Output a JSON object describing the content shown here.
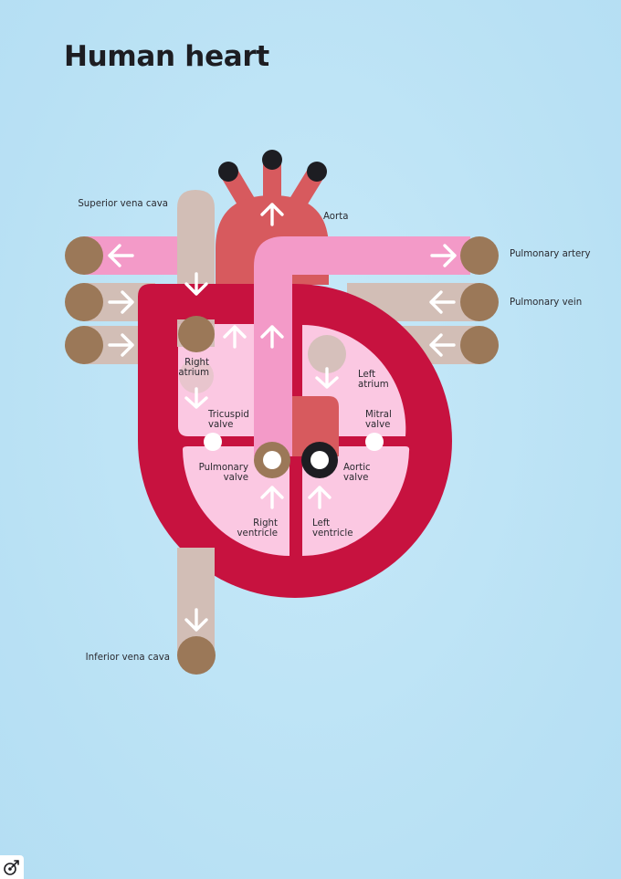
{
  "title": "Human heart",
  "labels": {
    "superior_vena_cava": "Superior vena cava",
    "aorta": "Aorta",
    "pulmonary_artery": "Pulmonary artery",
    "pulmonary_vein": "Pulmonary vein",
    "right_atrium": [
      "Right",
      "atrium"
    ],
    "left_atrium": [
      "Left",
      "atrium"
    ],
    "tricuspid_valve": [
      "Tricuspid",
      "valve"
    ],
    "mitral_valve": [
      "Mitral",
      "valve"
    ],
    "pulmonary_valve": [
      "Pulmonary",
      "valve"
    ],
    "aortic_valve": [
      "Aortic",
      "valve"
    ],
    "right_ventricle": [
      "Right",
      "ventricle"
    ],
    "left_ventricle": [
      "Left",
      "ventricle"
    ],
    "inferior_vena_cava": "Inferior vena cava"
  },
  "colors": {
    "background": "#bfe4f6",
    "heart_wall": "#c7123f",
    "chamber": "#fbc8e2",
    "aorta": "#d75a5e",
    "pulmonary_artery": "#f39ac8",
    "vena_cava": "#d2beb6",
    "vessel_end": "#9b7858",
    "aorta_branch_end": "#1d1d22"
  }
}
